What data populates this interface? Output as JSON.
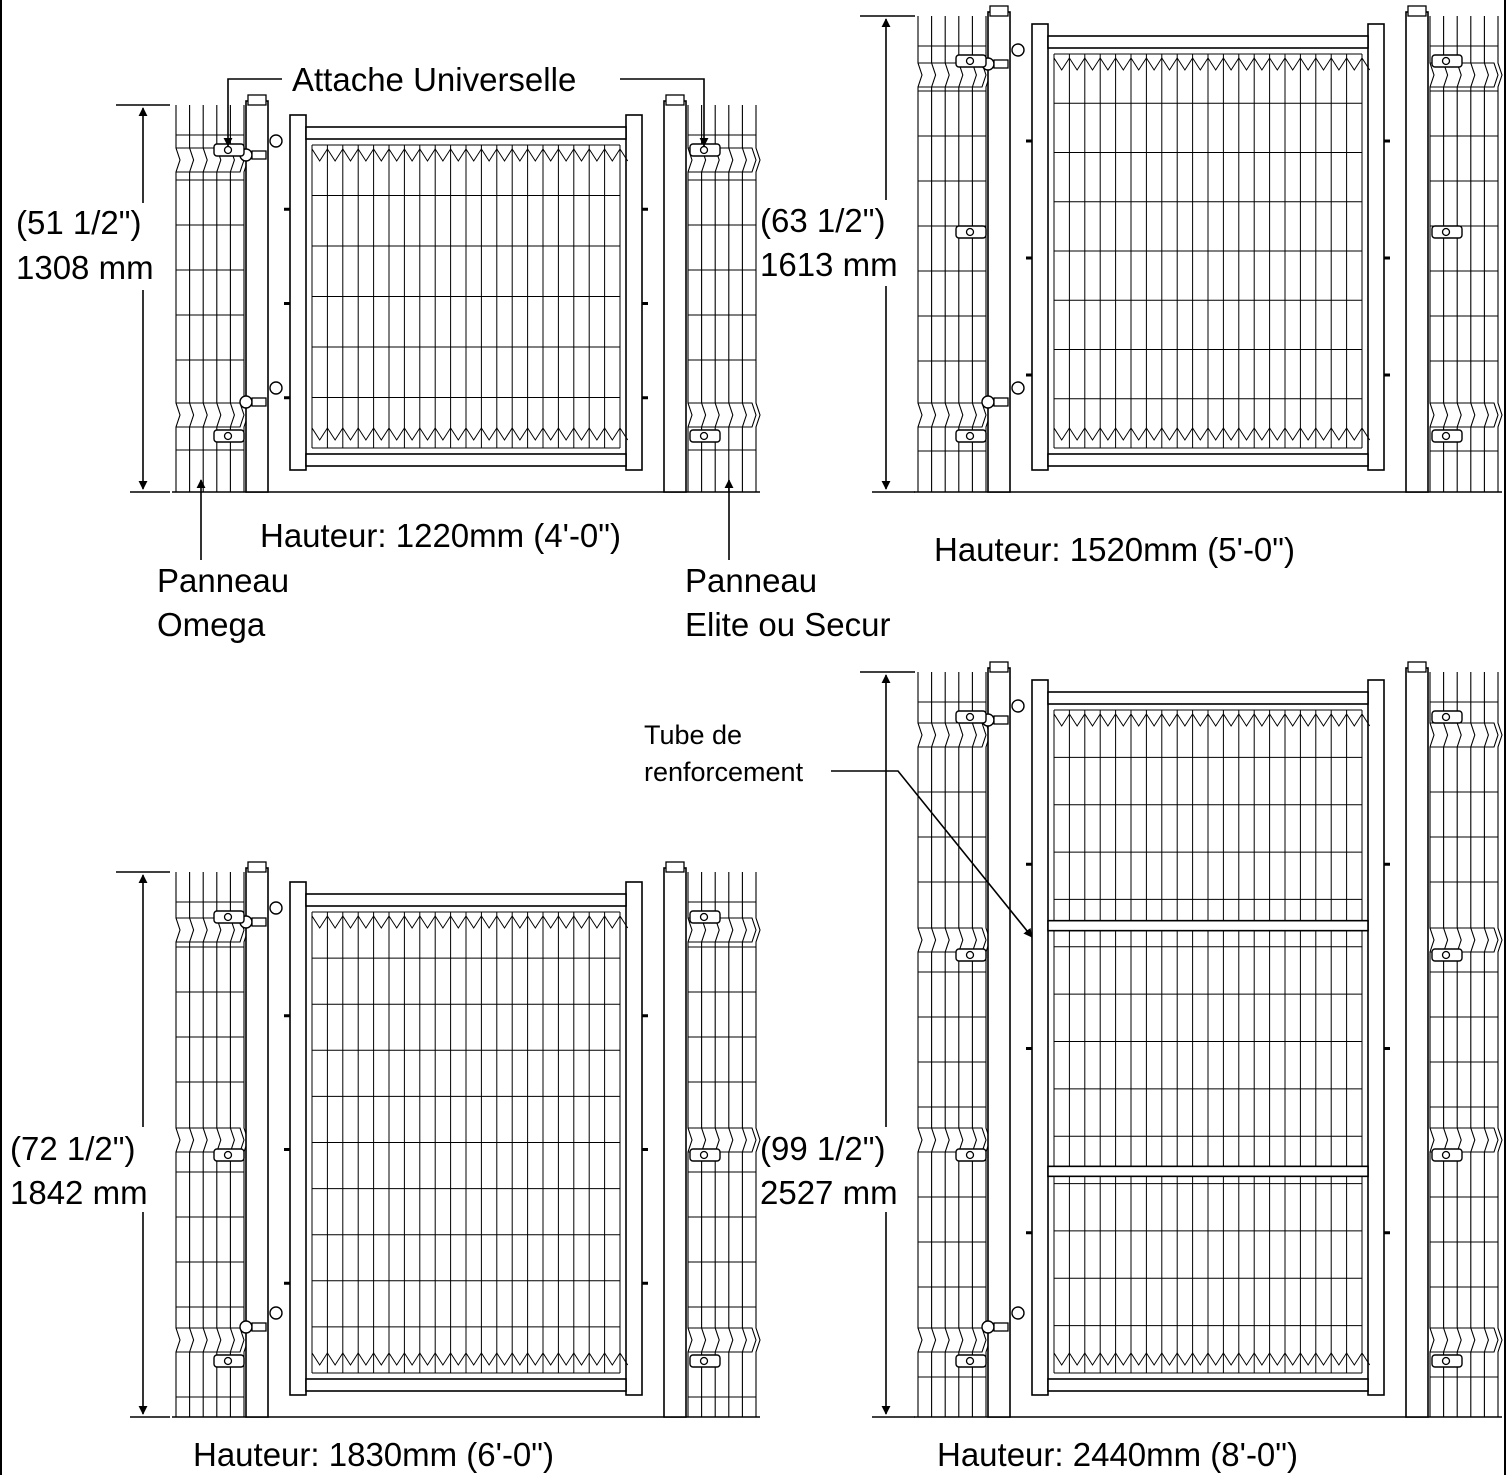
{
  "callouts": {
    "universal_clip": "Attache Universelle",
    "reinforcement_tube_line1": "Tube de",
    "reinforcement_tube_line2": "renforcement",
    "panel_left_line1": "Panneau",
    "panel_left_line2": "Omega",
    "panel_right_line1": "Panneau",
    "panel_right_line2": "Elite ou Secur"
  },
  "gates": [
    {
      "dim_imperial": "(51 1/2\")",
      "dim_metric": "1308 mm",
      "caption": "Hauteur: 1220mm (4'-0\")",
      "reinforcement_tubes": 0
    },
    {
      "dim_imperial": "(63 1/2\")",
      "dim_metric": "1613 mm",
      "caption": "Hauteur: 1520mm (5'-0\")",
      "reinforcement_tubes": 0
    },
    {
      "dim_imperial": "(72 1/2\")",
      "dim_metric": "1842 mm",
      "caption": "Hauteur: 1830mm (6'-0\")",
      "reinforcement_tubes": 0
    },
    {
      "dim_imperial": "(99 1/2\")",
      "dim_metric": "2527 mm",
      "caption": "Hauteur: 2440mm (8'-0\")",
      "reinforcement_tubes": 2
    }
  ],
  "colors": {
    "line": "#000000",
    "background": "#ffffff"
  }
}
